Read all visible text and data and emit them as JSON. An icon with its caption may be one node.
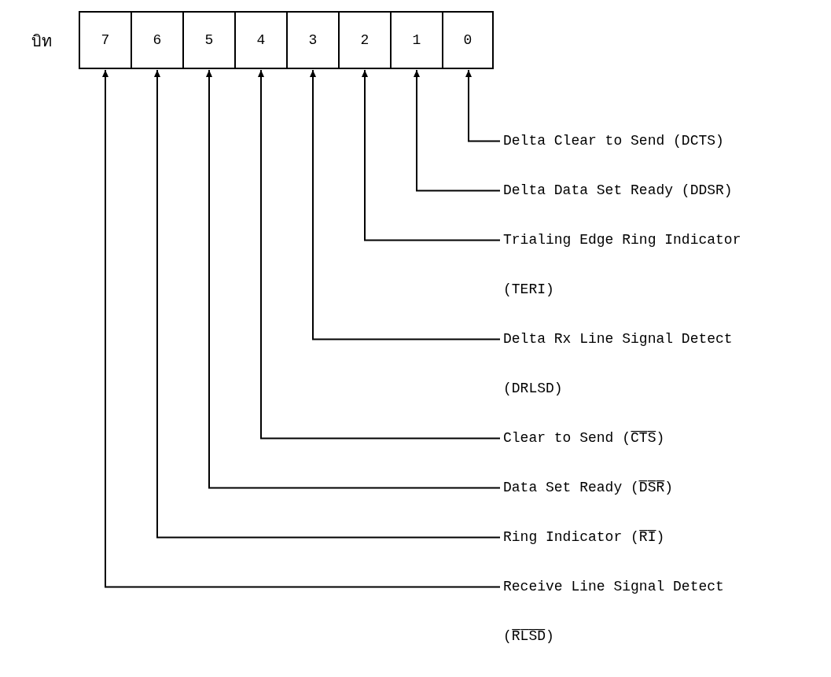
{
  "diagram": {
    "nodes": [
      {
        "text": [
          "7"
        ]
      },
      {
        "text": [
          "6"
        ]
      },
      {
        "text": [
          "5"
        ]
      },
      {
        "text": [
          "4"
        ]
      },
      {
        "text": [
          "3"
        ]
      },
      {
        "text": [
          "2"
        ]
      },
      {
        "text": [
          "1"
        ]
      },
      {
        "text": [
          "0"
        ]
      },
      {
        "text": [
          "Delta Clear to Send (DCTS)"
        ]
      },
      {
        "text": [
          "Delta Data Set Ready (DDSR)"
        ]
      },
      {
        "text": [
          "Trialing Edge Ring Indicator (TERI)"
        ]
      },
      {
        "text": [
          "Delta Rx Line Signal Detect (DRLSD)"
        ]
      },
      {
        "text": [
          "Clear to Send (C̅T̅S̅)"
        ]
      },
      {
        "text": [
          "Data Set Ready (D̅S̅R̅)"
        ]
      },
      {
        "text": [
          "Ring Indicator (R̅I̅)"
        ]
      },
      {
        "text": [
          "Receive Line Signal Detect (R̅L̅S̅D̅)"
        ]
      }
    ],
    "edges": [
      {
        "from": 8,
        "to": 7,
        "arrow": "to"
      },
      {
        "from": 9,
        "to": 6,
        "arrow": "to"
      },
      {
        "from": 10,
        "to": 5,
        "arrow": "to"
      },
      {
        "from": 11,
        "to": 4,
        "arrow": "to"
      },
      {
        "from": 12,
        "to": 3,
        "arrow": "to"
      },
      {
        "from": 13,
        "to": 2,
        "arrow": "to"
      },
      {
        "from": 14,
        "to": 1,
        "arrow": "to"
      },
      {
        "from": 15,
        "to": 0,
        "arrow": "to"
      }
    ],
    "labels": [
      "บิท"
    ]
  }
}
